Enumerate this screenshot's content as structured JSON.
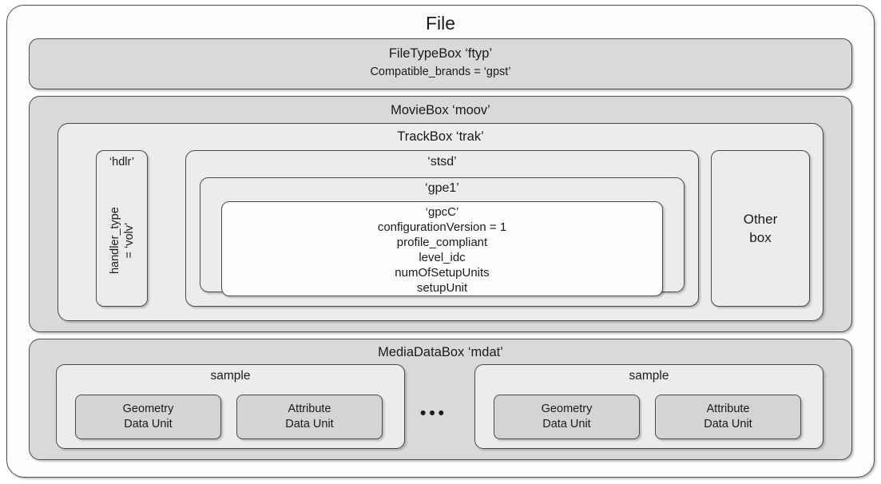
{
  "file": {
    "title": "File"
  },
  "ftyp": {
    "title": "FileTypeBox ‘ftyp’",
    "attribute": "Compatible_brands = ‘gpst’"
  },
  "moov": {
    "title": "MovieBox ‘moov’"
  },
  "trak": {
    "title": "TrackBox ‘trak’"
  },
  "hdlr": {
    "title": "‘hdlr’",
    "rotated_text": "handler_type\n= ‘volv’",
    "rotated_line1": "handler_type",
    "rotated_line2": "= ‘volv’"
  },
  "stsd": {
    "title": "‘stsd’"
  },
  "gpe1": {
    "title": "‘gpe1’"
  },
  "gpcc": {
    "title": "‘gpcC’",
    "fields": [
      "configurationVersion = 1",
      "profile_compliant",
      "level_idc",
      "numOfSetupUnits",
      "setupUnit"
    ]
  },
  "other_box": {
    "line1": "Other",
    "line2": "box"
  },
  "mdat": {
    "title": "MediaDataBox ‘mdat’",
    "ellipsis": "•••",
    "samples": [
      {
        "title": "sample",
        "units": [
          {
            "line1": "Geometry",
            "line2": "Data Unit"
          },
          {
            "line1": "Attribute",
            "line2": "Data Unit"
          }
        ]
      },
      {
        "title": "sample",
        "units": [
          {
            "line1": "Geometry",
            "line2": "Data Unit"
          },
          {
            "line1": "Attribute",
            "line2": "Data Unit"
          }
        ]
      }
    ]
  },
  "colors": {
    "page_background": "#ffffff",
    "file_fill": "#fdfdfd",
    "container_fill": "#d9d9d9",
    "inner_fill": "#ececec",
    "unit_fill": "#d4d4d4",
    "gpcc_fill": "#fdfdfd",
    "stroke": "#4a4a4a",
    "text": "#1a1a1a"
  }
}
